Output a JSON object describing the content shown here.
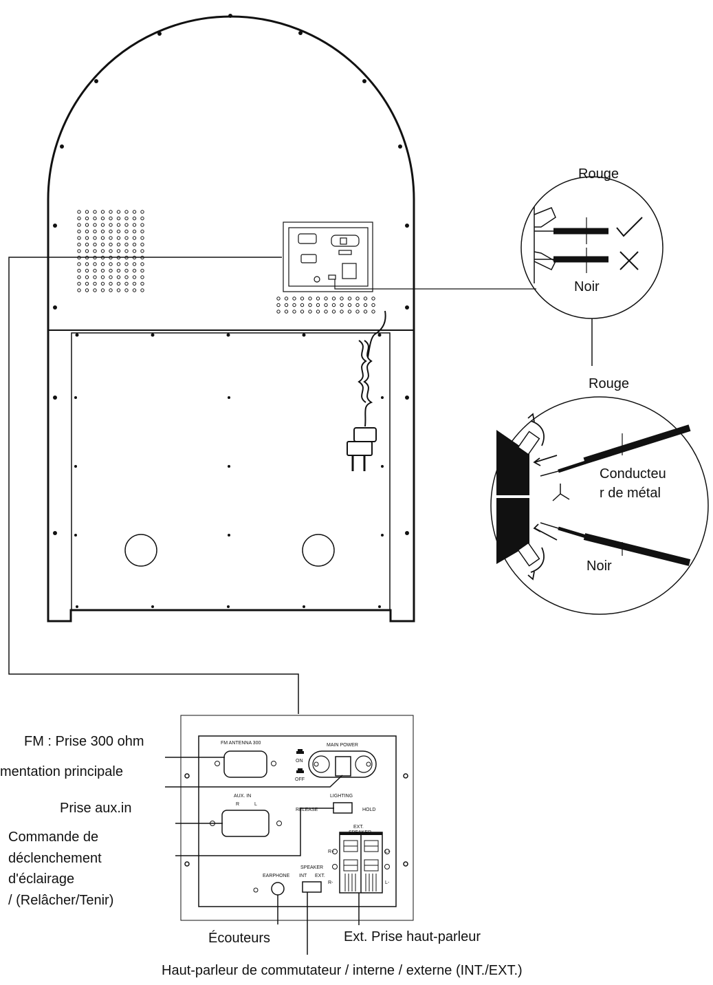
{
  "callouts": {
    "top_circle": {
      "red": "Rouge",
      "black": "Noir"
    },
    "side_circle": {
      "red": "Rouge",
      "conductor": [
        "Conducteu",
        "r de métal"
      ],
      "black": "Noir"
    }
  },
  "panel_labels": {
    "fm_antenna": "FM ANTENNA 300",
    "main_power": "MAIN POWER",
    "on": "ON",
    "off": "OFF",
    "aux_in": "AUX. IN",
    "aux_r": "R",
    "aux_l": "L",
    "lighting": "LIGHTING",
    "release": "RELEASE",
    "hold": "HOLD",
    "ext_speaker": [
      "EXT.",
      "SPEAKER"
    ],
    "earphone": "EARPHONE",
    "speaker": "SPEAKER",
    "int": "INT",
    "ext": "EXT.",
    "r_plus": "R+",
    "r_minus": "R-",
    "l_plus": "L+",
    "l_minus": "L-"
  },
  "annotations": {
    "fm_socket": "FM : Prise 300 ohm",
    "main_power": "mentation principale",
    "aux_in": "Prise aux.in",
    "lighting_control": [
      "Commande de",
      "déclenchement",
      "d'éclairage",
      "/ (Relâcher/Tenir)"
    ],
    "earphones": "Écouteurs",
    "ext_speaker_socket": "Ext. Prise haut-parleur",
    "speaker_switch": "Haut-parleur de commutateur / interne / externe (INT./EXT.)"
  }
}
